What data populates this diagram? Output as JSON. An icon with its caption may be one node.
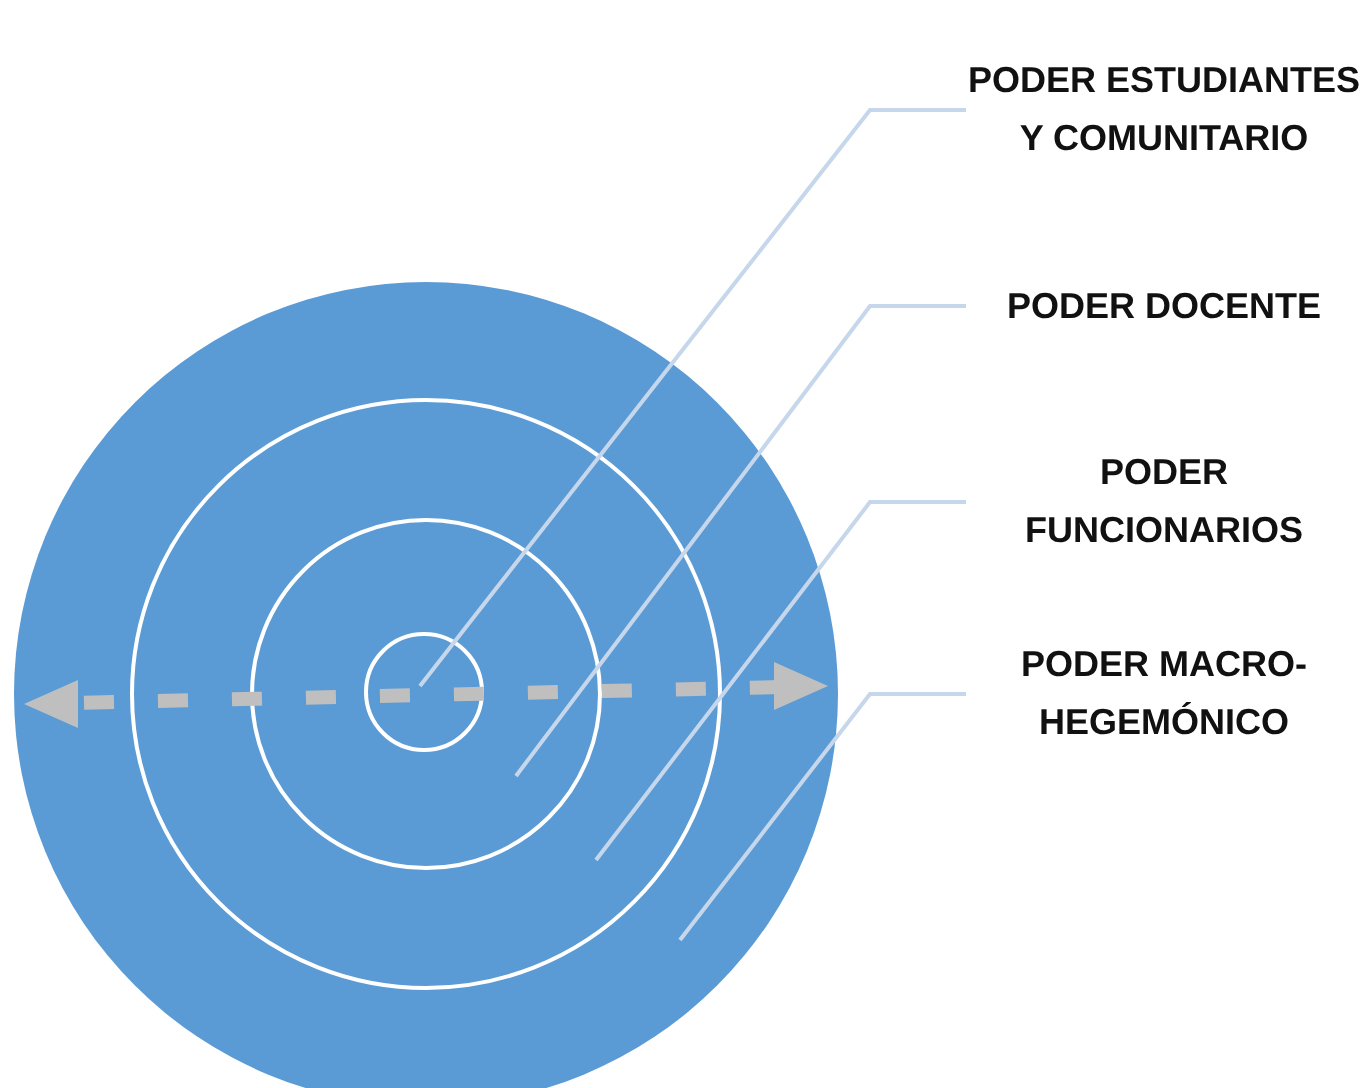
{
  "diagram": {
    "nodes": [
      {
        "text": [],
        "shape": "circle"
      },
      {
        "text": [],
        "shape": "circle",
        "in": 0
      },
      {
        "text": [],
        "shape": "circle",
        "in": 1
      },
      {
        "text": [],
        "shape": "circle",
        "in": 2
      },
      {
        "text": [
          "PODER ESTUDIANTES Y COMUNITARIO"
        ]
      },
      {
        "text": [
          "PODER DOCENTE"
        ]
      },
      {
        "text": [
          "PODER FUNCIONARIOS"
        ]
      },
      {
        "text": [
          "PODER MACRO-HEGEMÓNICO"
        ]
      }
    ],
    "edges": [
      {
        "from": 4,
        "to": 3,
        "arrow": "none"
      },
      {
        "from": 5,
        "to": 2,
        "arrow": "none"
      },
      {
        "from": 6,
        "to": 1,
        "arrow": "none"
      },
      {
        "from": 7,
        "to": 0,
        "arrow": "none"
      }
    ]
  }
}
